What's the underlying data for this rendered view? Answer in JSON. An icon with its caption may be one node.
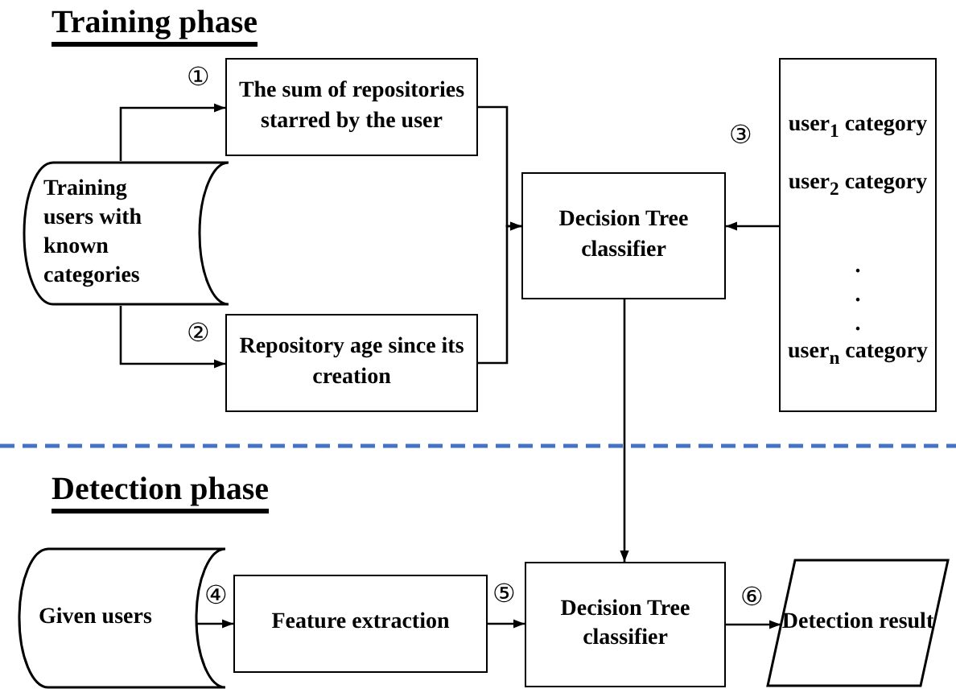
{
  "diagram": {
    "nodes": [
      {
        "text": [
          "Training users with known categories"
        ]
      },
      {
        "text": [
          "The sum of repositories starred by the user"
        ]
      },
      {
        "text": [
          "Repository age since its creation"
        ]
      },
      {
        "text": [
          "Decision Tree classifier"
        ]
      },
      {
        "text": [
          "user$_{1}$ category",
          "user$_{2}$ category",
          ".",
          ".",
          ".",
          "user$_{n}$ category"
        ]
      },
      {
        "text": [
          "Given users"
        ]
      },
      {
        "text": [
          "Feature extraction"
        ]
      },
      {
        "text": [
          "Decision Tree classifier"
        ]
      },
      {
        "text": [
          "Detection result"
        ]
      }
    ],
    "edges": [
      {
        "from": 0,
        "to": 1,
        "arrow": "to",
        "label": "①"
      },
      {
        "from": 0,
        "to": 2,
        "arrow": "to",
        "label": "②"
      },
      {
        "from": 1,
        "to": 3,
        "arrow": "to"
      },
      {
        "from": 2,
        "to": 3,
        "arrow": "to"
      },
      {
        "from": 4,
        "to": 3,
        "arrow": "to",
        "label": "③"
      },
      {
        "from": 3,
        "to": 7,
        "arrow": "to"
      },
      {
        "from": 5,
        "to": 6,
        "arrow": "to",
        "label": "④"
      },
      {
        "from": 6,
        "to": 7,
        "arrow": "to",
        "label": "⑤"
      },
      {
        "from": 7,
        "to": 8,
        "arrow": "to",
        "label": "⑥"
      }
    ],
    "labels": [
      "Training phase",
      "Detection phase"
    ]
  }
}
